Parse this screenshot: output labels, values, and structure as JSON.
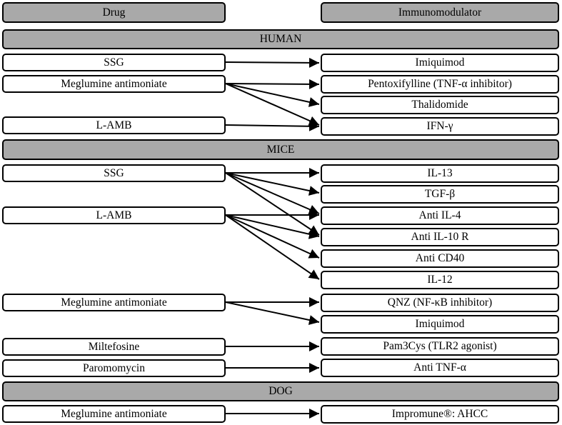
{
  "headers": {
    "drug": "Drug",
    "immunomodulator": "Immunomodulator"
  },
  "sections": {
    "human": {
      "label": "HUMAN",
      "drugs": [
        "SSG",
        "Meglumine antimoniate",
        "L-AMB"
      ],
      "immunomodulators": [
        "Imiquimod",
        "Pentoxifylline (TNF-α inhibitor)",
        "Thalidomide",
        "IFN-γ"
      ]
    },
    "mice": {
      "label": "MICE",
      "drugs": [
        "SSG",
        "L-AMB",
        "Meglumine antimoniate",
        "Miltefosine",
        "Paromomycin"
      ],
      "immunomodulators": [
        "IL-13",
        "TGF-β",
        "Anti IL-4",
        "Anti IL-10 R",
        "Anti CD40",
        "IL-12",
        "QNZ (NF-κB inhibitor)",
        "Imiquimod",
        "Pam3Cys (TLR2 agonist)",
        "Anti TNF-α"
      ]
    },
    "dog": {
      "label": "DOG",
      "drugs": [
        "Meglumine antimoniate"
      ],
      "immunomodulators": [
        "Impromune®: AHCC"
      ]
    }
  }
}
